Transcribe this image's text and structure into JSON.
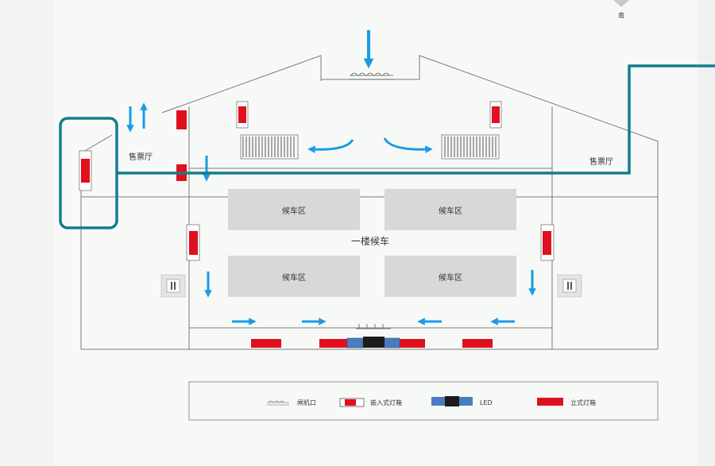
{
  "compass": {
    "label": "南"
  },
  "areas": {
    "ticket_hall_left": "售票厅",
    "ticket_hall_right": "售票厅",
    "main_hall": "一楼候车",
    "waiting_zones": [
      "候车区",
      "候车区",
      "候车区",
      "候车区"
    ]
  },
  "legend": {
    "items": [
      {
        "icon": "gate-icon",
        "label": "闸机口"
      },
      {
        "icon": "embedded-lightbox-icon",
        "label": "嵌入式灯箱"
      },
      {
        "icon": "led-screen-icon",
        "label": "LED"
      },
      {
        "icon": "standing-lightbox-icon",
        "label": "立式灯箱"
      }
    ]
  },
  "colors": {
    "arrow": "#1a9be6",
    "lightbox": "#e0101e",
    "highlight": "#137e8c",
    "led": "#4a7cc0",
    "zone": "#d8d8d8",
    "wall": "#7a7a7a"
  }
}
